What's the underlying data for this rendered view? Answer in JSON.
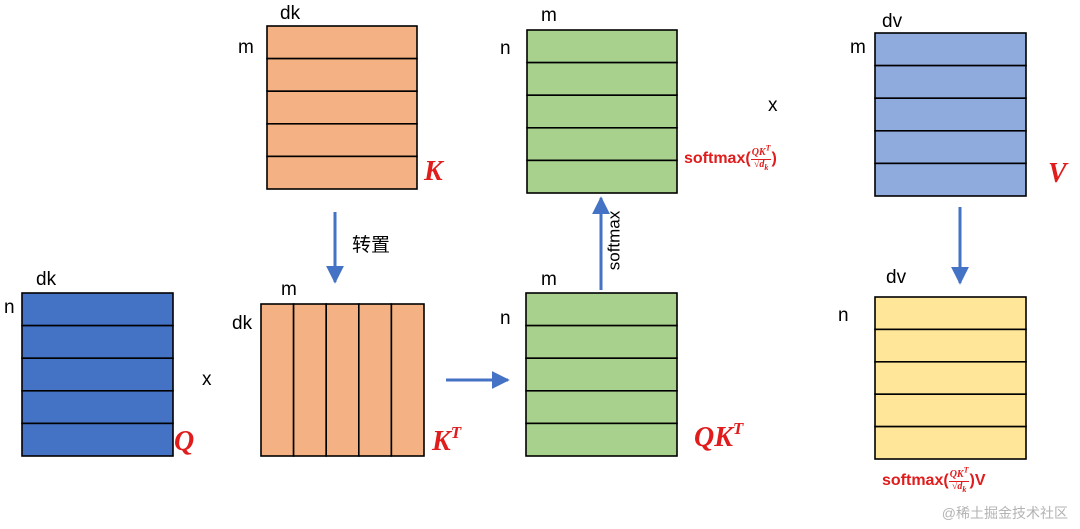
{
  "labels": {
    "k_cols": "dk",
    "k_rows": "m",
    "kt_cols": "m",
    "kt_rows": "dk",
    "q_cols": "dk",
    "q_rows": "n",
    "qkt_cols": "m",
    "qkt_rows": "n",
    "soft_cols": "m",
    "soft_rows": "n",
    "v_cols": "dv",
    "v_rows": "m",
    "out_cols": "dv",
    "out_rows": "n",
    "transpose": "转置",
    "softmax_arrow": "softmax",
    "times": "x"
  },
  "symbols": {
    "k": "K",
    "kt_base": "K",
    "kt_sup": "T",
    "q": "Q",
    "qkt_base": "QK",
    "qkt_sup": "T",
    "v": "V"
  },
  "formulas": {
    "softmax_prefix": "softmax(",
    "softmax_num": "QK",
    "softmax_num_sup": "T",
    "softmax_den": "√d",
    "softmax_den_sub": "k",
    "softmax_suffix": ")",
    "output_suffix": ")V"
  },
  "colors": {
    "k": "#f4b183",
    "q": "#4472c4",
    "qkt": "#a9d18e",
    "v": "#8faadc",
    "output": "#ffe699",
    "arrow": "#4472c4",
    "symbol": "#e01c1c"
  },
  "watermark": "@稀土掘金技术社区"
}
